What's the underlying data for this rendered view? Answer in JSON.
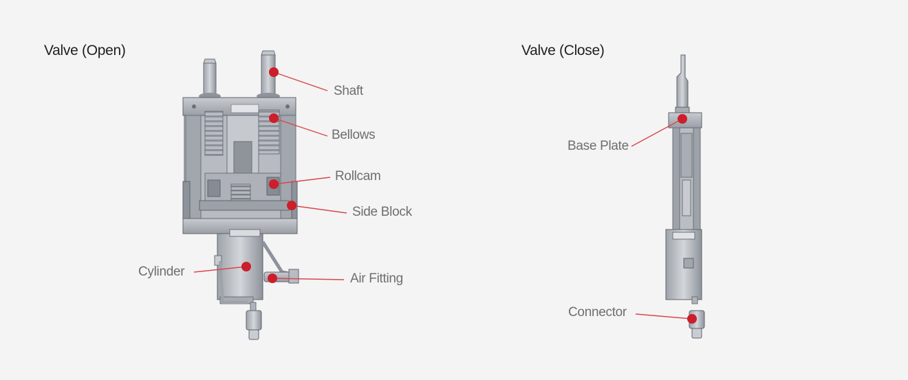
{
  "colors": {
    "background": "#f4f4f4",
    "marker": "#cc1e2b",
    "leader_line": "#d8454f",
    "title_text": "#1f1f1f",
    "label_text": "#6e6e6e",
    "metal_light": "#c9ccd1",
    "metal_mid": "#a7abb2",
    "metal_dark": "#6b7079"
  },
  "open_view": {
    "title": "Valve (Open)",
    "labels": {
      "shaft": "Shaft",
      "bellows": "Bellows",
      "rollcam": "Rollcam",
      "side_block": "Side Block",
      "cylinder": "Cylinder",
      "air_fitting": "Air Fitting"
    }
  },
  "close_view": {
    "title": "Valve (Close)",
    "labels": {
      "base_plate": "Base Plate",
      "connector": "Connector"
    }
  }
}
